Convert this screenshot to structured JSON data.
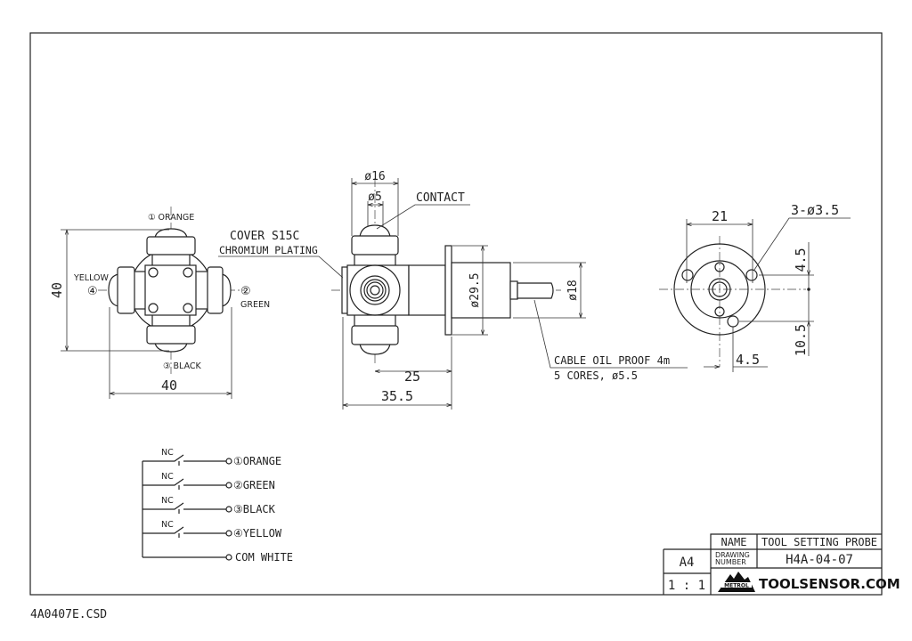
{
  "file_label": "4A0407E.CSD",
  "front_view": {
    "port1": "① ORANGE",
    "port2": "② GREEN",
    "port3": "③ BLACK",
    "port4_name": "YELLOW",
    "port4_num": "④",
    "dim_height": "40",
    "dim_width": "40"
  },
  "side_view": {
    "cover_line1": "COVER S15C",
    "cover_line2": "CHROMIUM PLATING",
    "dim_cap_dia": "ø16",
    "dim_contact_dia": "ø5",
    "contact_label": "CONTACT",
    "dim_flange_dia": "ø29.5",
    "dim_body_dia": "ø18",
    "dim_25": "25",
    "dim_35_5": "35.5",
    "cable_line1": "CABLE OIL PROOF 4m",
    "cable_line2": "5 CORES, ø5.5"
  },
  "end_view": {
    "dim_21": "21",
    "holes": "3-ø3.5",
    "dim_4_5_v": "4.5",
    "dim_10_5": "10.5",
    "dim_4_5_h": "4.5"
  },
  "schematic": {
    "nc_label": "NC",
    "rows": [
      "①ORANGE",
      "②GREEN",
      "③BLACK",
      "④YELLOW"
    ],
    "common": "COM WHITE"
  },
  "title_block": {
    "name_label": "NAME",
    "name_value": "TOOL SETTING PROBE",
    "drawing_number_label_1": "DRAWING",
    "drawing_number_label_2": "NUMBER",
    "drawing_number_value": "H4A-04-07",
    "paper_size": "A4",
    "scale": "1 : 1",
    "logo_mark_text": "METROL",
    "logo_text": "TOOLSENSOR.COM"
  }
}
